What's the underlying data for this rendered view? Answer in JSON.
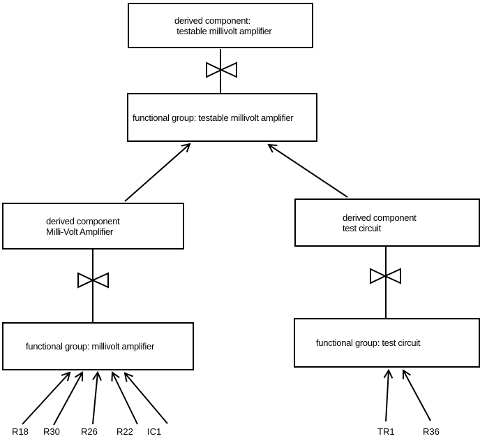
{
  "diagram": {
    "bg_color": "#ffffff",
    "line_color": "#000000",
    "boxes": {
      "top_derived": {
        "line1": "derived component:",
        "line2": " testable millivolt amplifier"
      },
      "fg_testable": {
        "line1": "functional group: testable millivolt amplifier"
      },
      "left_derived": {
        "line1": "derived component",
        "line2": "Milli-Volt Amplifier"
      },
      "fg_millivolt": {
        "line1": "functional group: millivolt amplifier"
      },
      "right_derived": {
        "line1": "derived component",
        "line2": "test circuit"
      },
      "fg_test": {
        "line1": "functional group: test circuit"
      }
    },
    "component_labels": {
      "r18": "R18",
      "r30": "R30",
      "r26": "R26",
      "r22": "R22",
      "ic1": "IC1",
      "tr1": "TR1",
      "r36": "R36"
    }
  }
}
